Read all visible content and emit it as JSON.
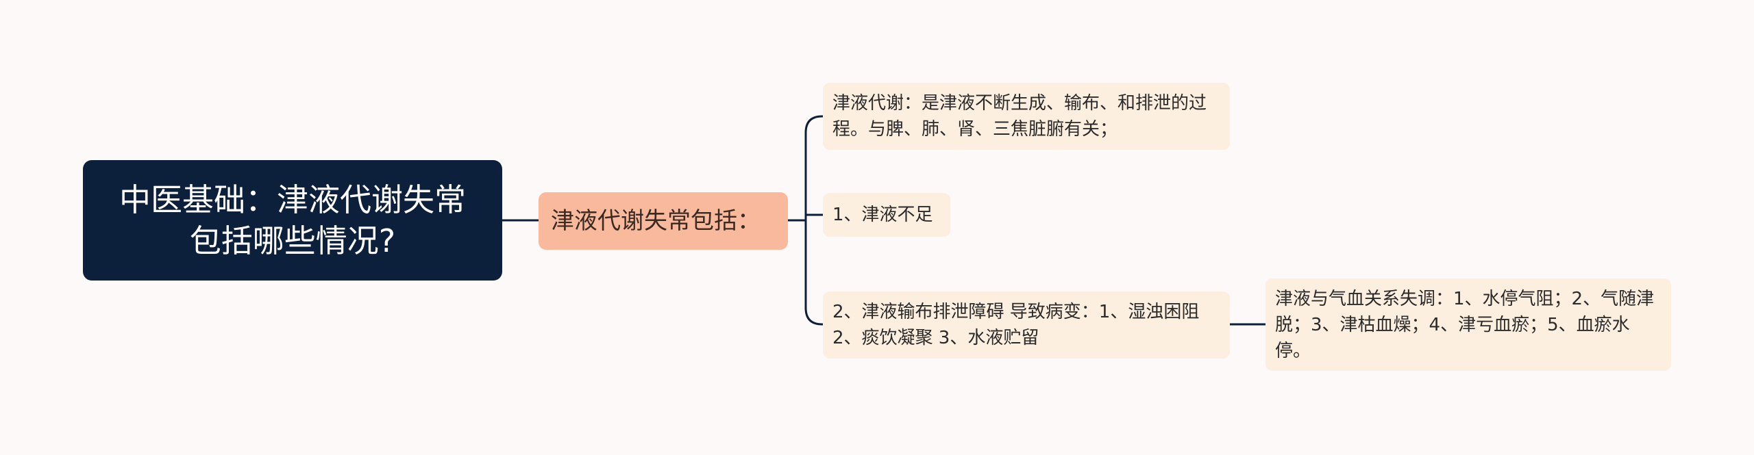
{
  "mindmap": {
    "root": {
      "text": "中医基础：津液代谢失常包括哪些情况?"
    },
    "branch": {
      "text": "津液代谢失常包括："
    },
    "leaves": [
      {
        "text": "津液代谢：是津液不断生成、输布、和排泄的过程。与脾、肺、肾、三焦脏腑有关；"
      },
      {
        "text": "1、津液不足"
      },
      {
        "text": "2、津液输布排泄障碍 导致病变：1、湿浊困阻 2、痰饮凝聚 3、水液贮留"
      }
    ],
    "sub_leaf": {
      "text": "津液与气血关系失调：1、水停气阻；2、气随津脱；3、津枯血燥；4、津亏血瘀；5、血瘀水停。"
    }
  },
  "colors": {
    "background": "#fdf9f8",
    "root_fill": "#0c1f3b",
    "branch_fill": "#f9b99c",
    "leaf_fill": "#fdefdf",
    "connector": "#0c1f3b"
  }
}
